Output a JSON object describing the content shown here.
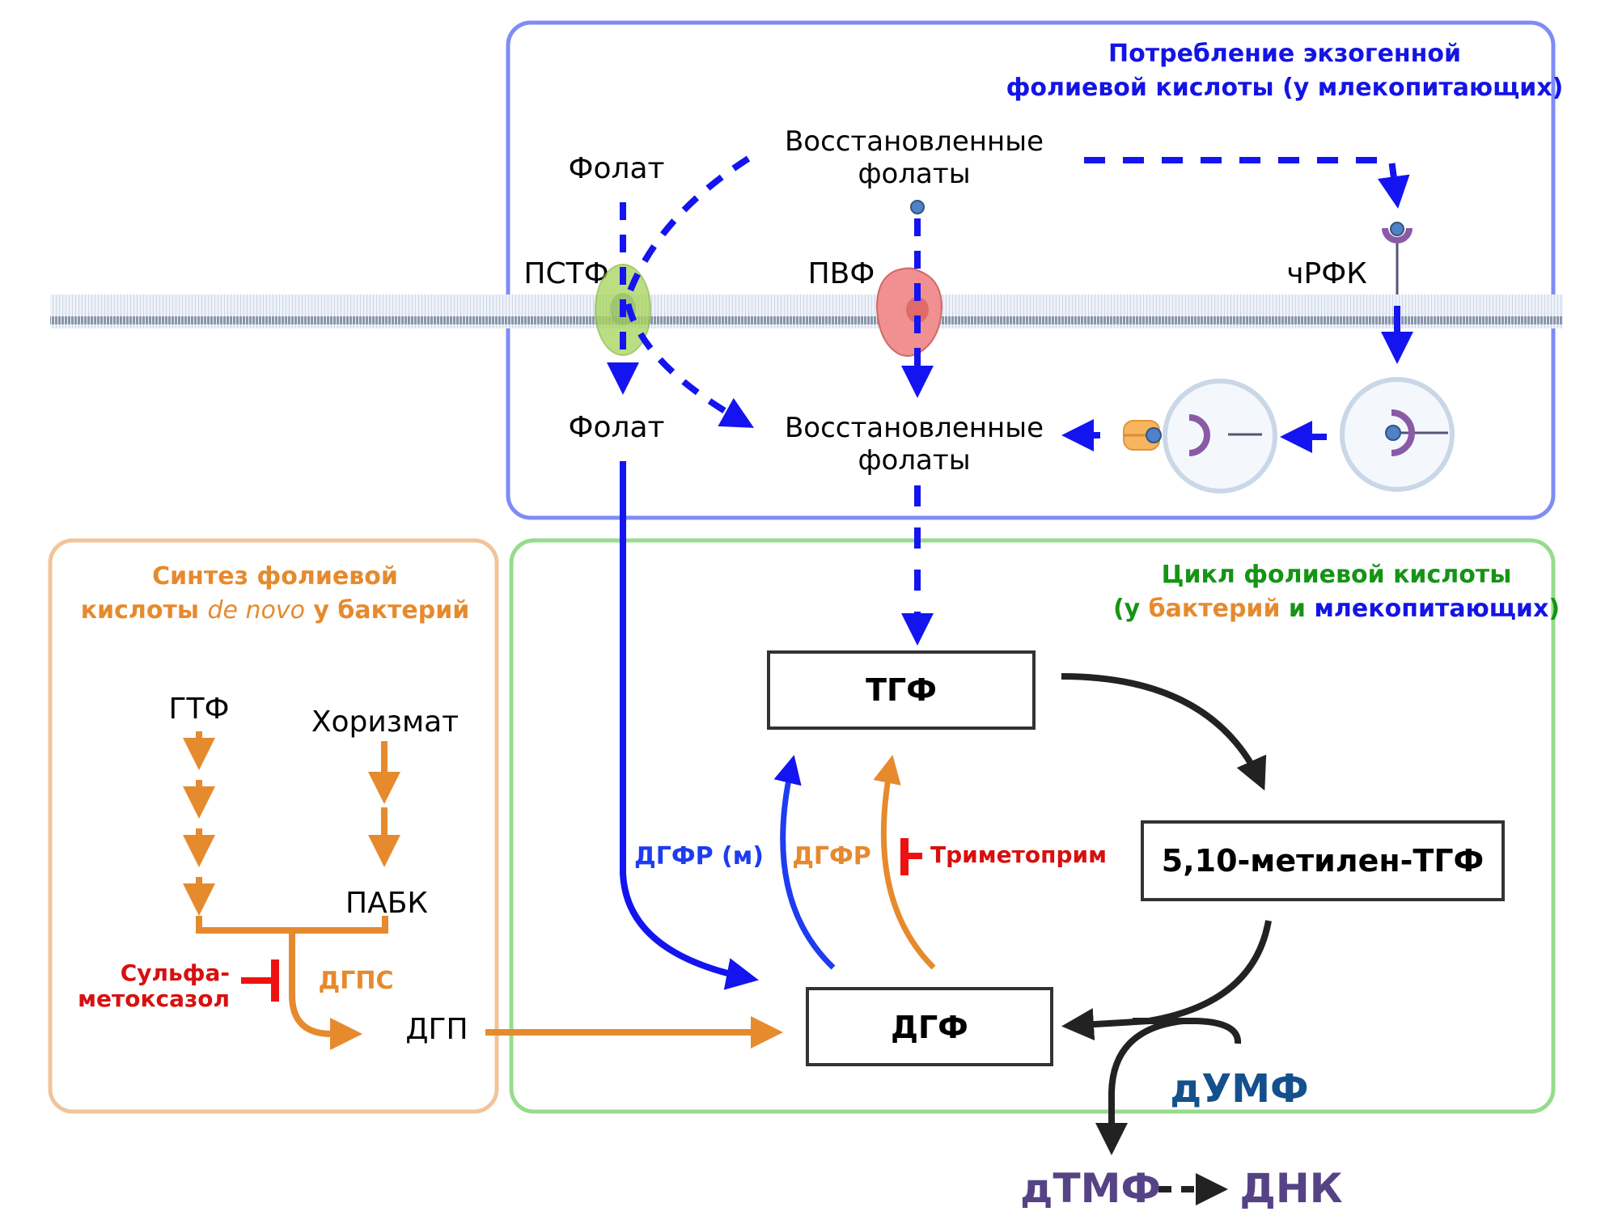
{
  "panels": {
    "uptake": {
      "title_line1": "Потребление экзогенной",
      "title_line2": "фолиевой кислоты (у млекопитающих)",
      "border_color": "#7f8cf5"
    },
    "synthesis": {
      "title_line1": "Синтез фолиевой",
      "title_line2_pre": "кислоты ",
      "title_line2_italic": "de novo",
      "title_line2_post": " у бактерий",
      "border_color": "#f2c49a"
    },
    "cycle": {
      "title_line1": "Цикл фолиевой кислоты",
      "title_line2_open": "(у ",
      "title_line2_bacteria": "бактерий",
      "title_line2_and": " и ",
      "title_line2_mammals": "млекопитающих",
      "title_line2_close": ")",
      "border_color": "#96dc8c"
    }
  },
  "uptake": {
    "folate_out": "Фолат",
    "reduced_out_1": "Восстановленные",
    "reduced_out_2": "фолаты",
    "pctf": "ПСТФ",
    "rfc": "ПВФ",
    "fra": "чРФК",
    "folate_in": "Фолат",
    "reduced_in_1": "Восстановленные",
    "reduced_in_2": "фолаты"
  },
  "synthesis": {
    "gtp": "ГТФ",
    "chorismate": "Хоризмат",
    "paba": "ПАБК",
    "dhps": "ДГПС",
    "dhp": "ДГП",
    "sulfa_1": "Сульфа-",
    "sulfa_2": "метоксазол"
  },
  "cycle": {
    "thf": "ТГФ",
    "methylene_thf": "5,10-метилен-ТГФ",
    "dhf": "ДГФ",
    "dhfr_m": "ДГФР (м)",
    "dhfr": "ДГФР",
    "trimethoprim": "Триметоприм",
    "dump": "дУМФ",
    "dtmp": "дТМФ",
    "dna": "ДНК"
  },
  "colors": {
    "mammal_blue": "#1414f0",
    "bacteria_orange": "#e68a2e",
    "inhibitor_red": "#ee1111",
    "black_arrow": "#222222",
    "membrane": "#c8d4e6"
  }
}
